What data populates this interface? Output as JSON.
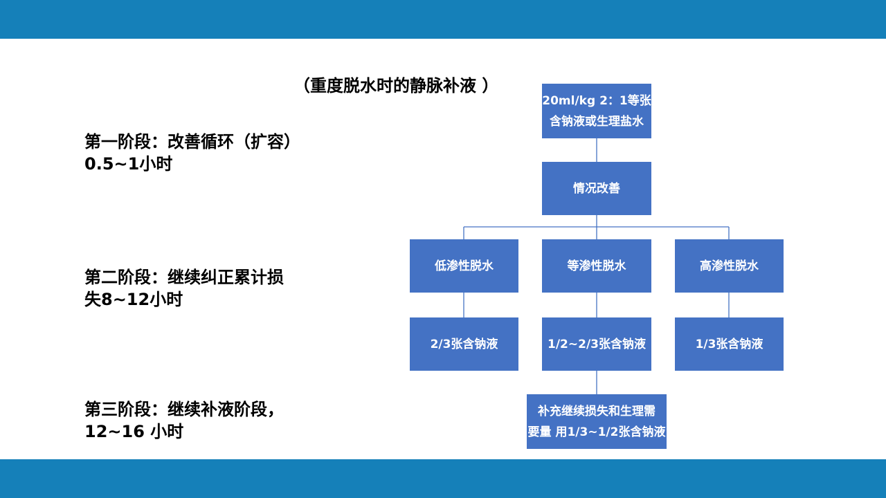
{
  "slide": {
    "title": "（重度脱水时的静脉补液 ）",
    "stages": [
      {
        "line1": "第一阶段：改善循环（扩容）",
        "line2": "0.5~1小时"
      },
      {
        "line1": "第二阶段：继续纠正累计损",
        "line2": "失8~12小时"
      },
      {
        "line1": "第三阶段：继续补液阶段，",
        "line2": "12~16 小时"
      }
    ]
  },
  "diagram": {
    "root": {
      "line1": "20ml/kg 2：1等张",
      "line2": "含钠液或生理盐水"
    },
    "improve": "情况改善",
    "types": [
      "低渗性脱水",
      "等渗性脱水",
      "高渗性脱水"
    ],
    "fluids": [
      "2/3张含钠液",
      "1/2~2/3张含钠液",
      "1/3张含钠液"
    ],
    "supplement": {
      "line1": "补充继续损失和生理需",
      "line2": "要量 用1/3~1/2张含钠液"
    }
  },
  "colors": {
    "band": "#1580b9",
    "box": "#4472c4",
    "line": "#4472c4"
  }
}
